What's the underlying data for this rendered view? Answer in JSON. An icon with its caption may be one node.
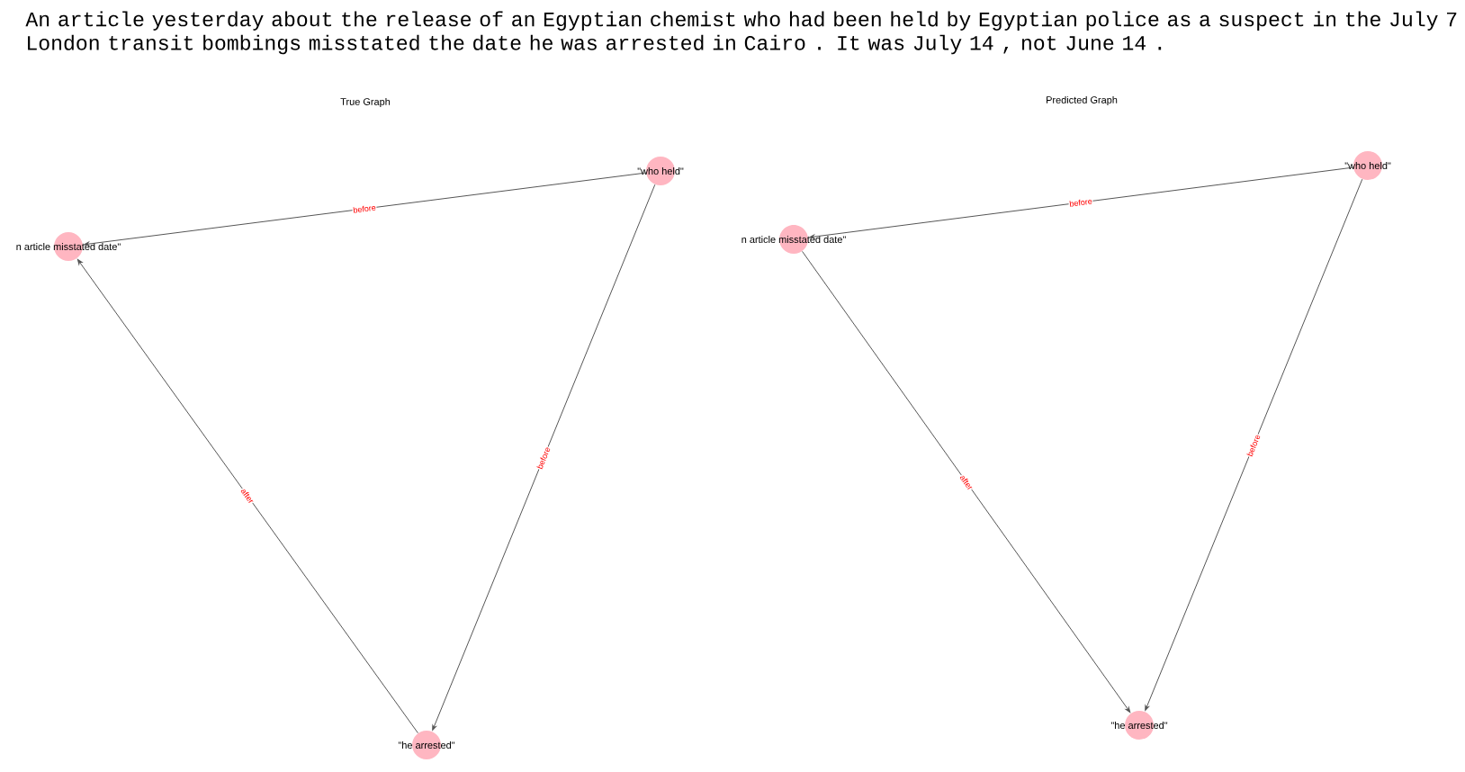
{
  "diagram": {
    "title": "An article yesterday about the release of an Egyptian chemist who had been held by Egyptian police as a suspect in the July 7 London transit bombings misstated the date he was arrested in Cairo . It was July 14 , not June 14 .",
    "nodes": [
      {
        "text": [
          "n article misstated date\""
        ]
      },
      {
        "text": [
          "\"who held\""
        ]
      },
      {
        "text": [
          "\"he arrested\""
        ]
      },
      {
        "text": [
          "n article misstated date\""
        ]
      },
      {
        "text": [
          "\"who held\""
        ]
      },
      {
        "text": [
          "\"he arrested\""
        ]
      }
    ],
    "edges": [
      {
        "from": 1,
        "to": 0,
        "arrow": "to",
        "label": "before"
      },
      {
        "from": 2,
        "to": 0,
        "arrow": "to",
        "label": "after"
      },
      {
        "from": 1,
        "to": 2,
        "arrow": "to",
        "label": "before"
      },
      {
        "from": 4,
        "to": 3,
        "arrow": "to",
        "label": "before"
      },
      {
        "from": 3,
        "to": 5,
        "arrow": "to",
        "label": "after"
      },
      {
        "from": 4,
        "to": 5,
        "arrow": "to",
        "label": "before"
      }
    ],
    "labels": [
      "True Graph",
      "Predicted Graph"
    ]
  }
}
